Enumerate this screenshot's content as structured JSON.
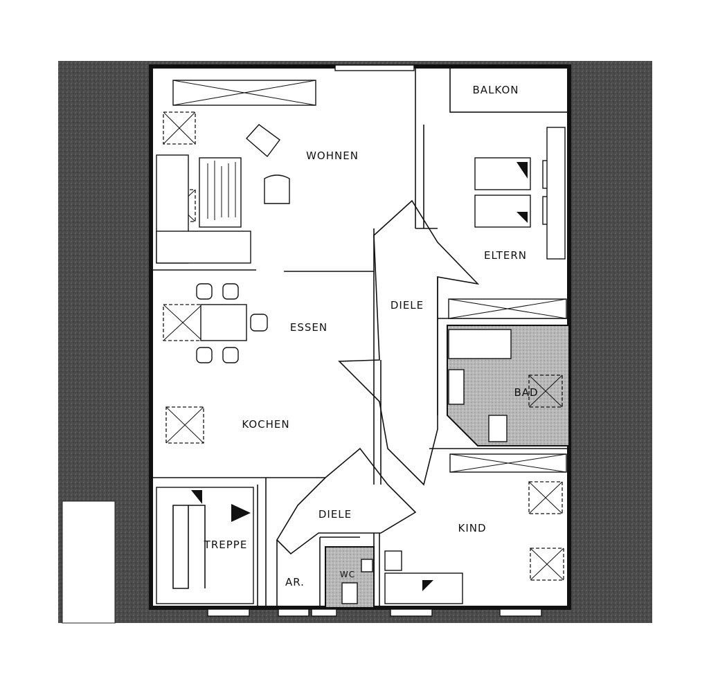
{
  "rooms": {
    "balkon": "BALKON",
    "wohnen": "WOHNEN",
    "eltern": "ELTERN",
    "diele_upper": "DIELE",
    "essen": "ESSEN",
    "bad": "BAD",
    "kochen": "KOCHEN",
    "diele_lower": "DIELE",
    "kind": "KIND",
    "treppe": "TREPPE",
    "ar": "AR.",
    "wc": "WC"
  },
  "colors": {
    "outer_fill": "#4a4a4a",
    "wall": "#111111",
    "bath_fill": "#b8b8b8",
    "paper": "#ffffff"
  }
}
